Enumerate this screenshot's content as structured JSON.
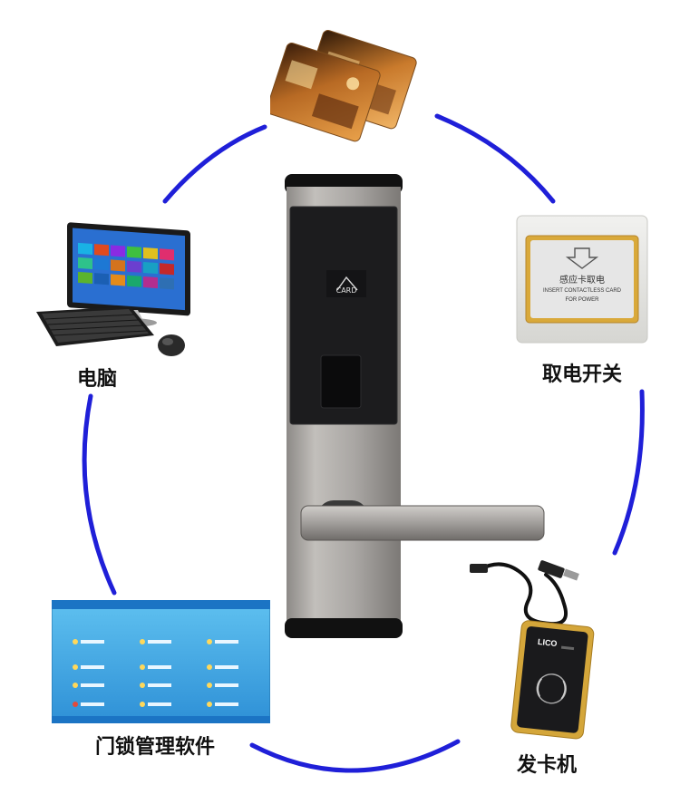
{
  "labels": {
    "computer": "电脑",
    "power_switch": "取电开关",
    "software": "门锁管理软件",
    "encoder": "发卡机"
  },
  "lock": {
    "logo_text": "CARD"
  },
  "power_switch_panel": {
    "cn_text": "感应卡取电",
    "en_line1": "INSERT CONTACTLESS CARD",
    "en_line2": "FOR POWER"
  },
  "encoder_device": {
    "brand": "LICO"
  },
  "colors": {
    "cycle_arc": "#1f1fd8",
    "lock_body": "#a9a6a3",
    "lock_panel": "#1c1c1e",
    "label_text": "#111111",
    "software_bg": "#3fa9e6",
    "encoder_gold": "#d4a63a"
  },
  "icons": [
    "key-card",
    "desktop-computer",
    "keyboard",
    "mouse",
    "power-switch",
    "card-encoder",
    "usb-cable",
    "rfid-waves",
    "door-lock"
  ]
}
